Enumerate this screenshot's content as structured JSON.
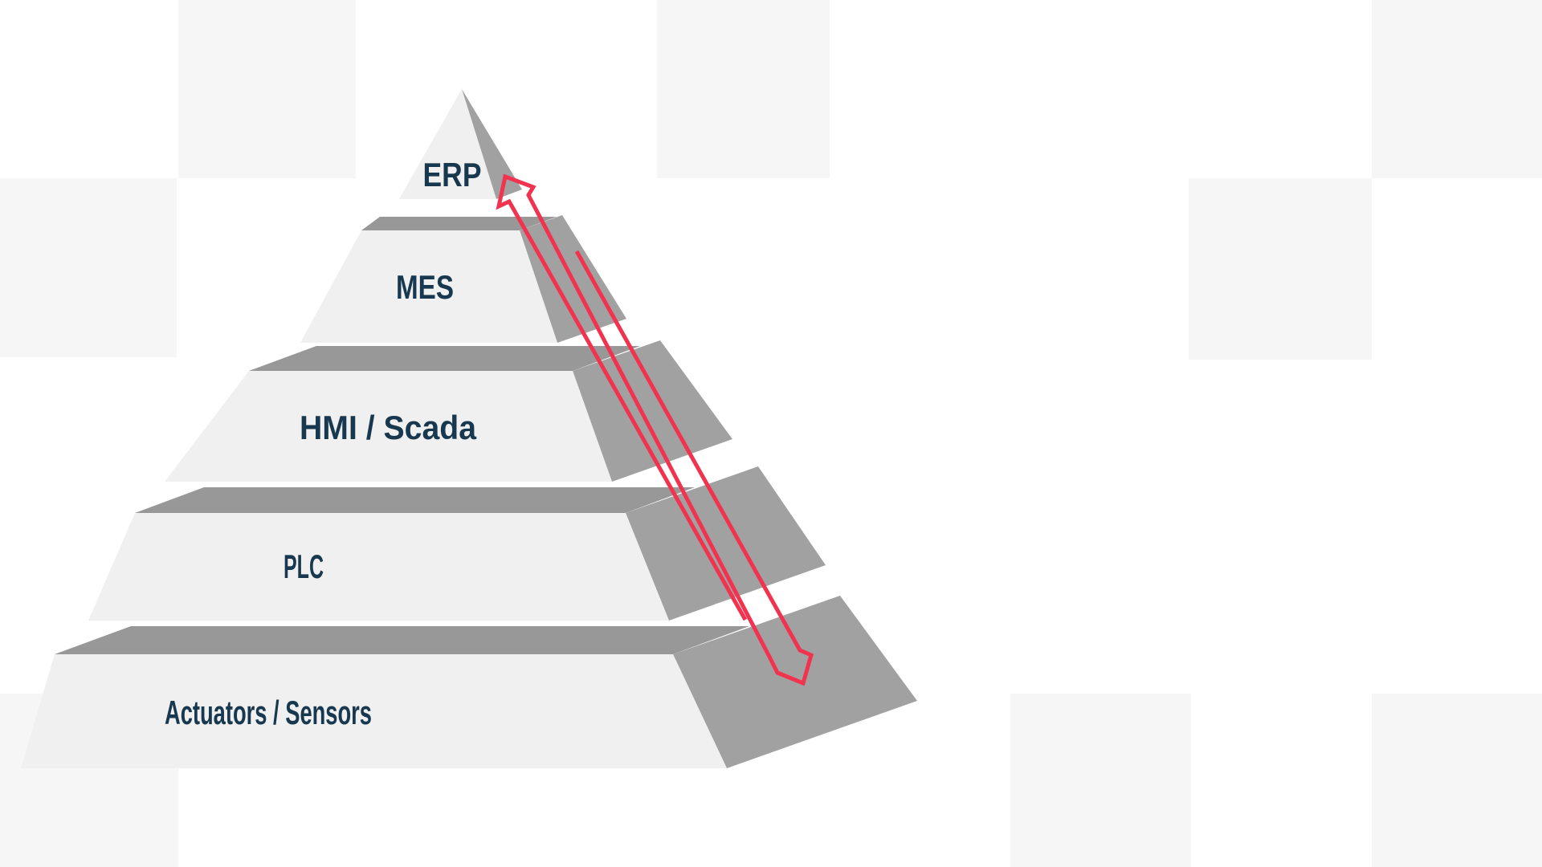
{
  "diagram": {
    "name": "automation-pyramid",
    "layers": [
      {
        "id": "erp",
        "label": "ERP"
      },
      {
        "id": "mes",
        "label": "MES"
      },
      {
        "id": "hmi-scada",
        "label": "HMI / Scada"
      },
      {
        "id": "plc",
        "label": "PLC"
      },
      {
        "id": "actuators-sensors",
        "label": "Actuators / Sensors"
      }
    ],
    "arrow": {
      "name": "bidirectional-flow-arrow",
      "direction": "up-down",
      "color": "#f1334f"
    }
  },
  "colors": {
    "background": "#ffffff",
    "background_square": "#f6f6f7",
    "layer_front": "#f0f0f1",
    "layer_top_band": "#989898",
    "layer_side": "#a1a1a1",
    "label_text": "#17384e"
  }
}
